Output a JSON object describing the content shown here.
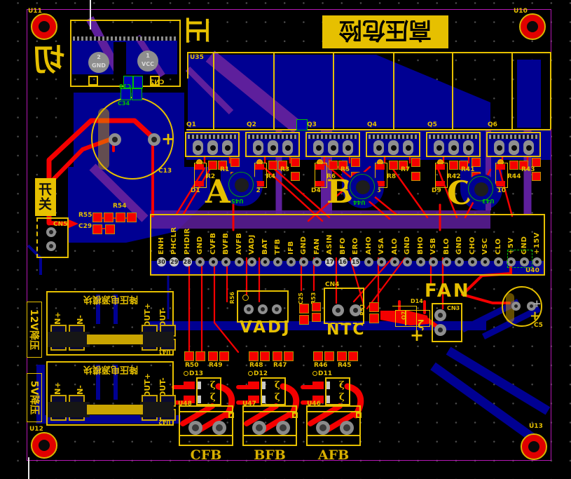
{
  "colors": {
    "board_outline": "#B518B5",
    "silkscreen": "#E6C000",
    "top_copper_red": "#F40000",
    "bottom_copper_blue": "#0000D6",
    "pour_navy": "#000092",
    "inner_purple": "#5E1F9C",
    "pad_gray": "#8E8E8E",
    "label_green": "#00C000",
    "banner_bg": "#E6C000"
  },
  "icons": {
    "squiggle": "ζ",
    "plus": "+"
  },
  "top": {
    "banner_text": "高压危险",
    "zheng_mark": "正",
    "mirror_char": "切",
    "u35_ref": "U35"
  },
  "mount_holes": [
    {
      "ref": "U11"
    },
    {
      "ref": "U10"
    },
    {
      "ref": "U12"
    },
    {
      "ref": "U13"
    }
  ],
  "cn2": {
    "ref": "CN2",
    "cap_ref": "C18",
    "pad2_num": "2",
    "pad2_name": "GND",
    "pad1_num": "1",
    "pad1_name": "VCC"
  },
  "left": {
    "switch_label": "开关",
    "cn5_ref": "CN5",
    "r55": "R55",
    "r54": "R54",
    "c29": "C29",
    "c13_ref": "C13",
    "c34_ref": "C34"
  },
  "transistors": [
    {
      "q": "Q1",
      "d": "D1",
      "r1": "R1",
      "r2": "R2"
    },
    {
      "q": "Q2",
      "d": "D2",
      "r1": "R3",
      "r2": "R4"
    },
    {
      "q": "Q3",
      "d": "D4",
      "r1": "R5",
      "r2": "R6"
    },
    {
      "q": "Q4",
      "d": "D5",
      "r1": "R7",
      "r2": "R8"
    },
    {
      "q": "Q5",
      "d": "D9",
      "r1": "R41",
      "r2": "R42"
    },
    {
      "q": "Q6",
      "d": "D10",
      "r1": "R43",
      "r2": "R44"
    }
  ],
  "phases": [
    {
      "letter": "A",
      "via_ref": "U45"
    },
    {
      "letter": "B",
      "via_ref": "U44"
    },
    {
      "letter": "C",
      "via_ref": "U43"
    }
  ],
  "header": {
    "ref": "U40",
    "pins": [
      {
        "label": "ENH",
        "num": "30"
      },
      {
        "label": "PHCLR",
        "num": "29"
      },
      {
        "label": "PHDIR",
        "num": "28"
      },
      {
        "label": "GND",
        "num": ""
      },
      {
        "label": "CVFB",
        "num": ""
      },
      {
        "label": "BVFB",
        "num": ""
      },
      {
        "label": "AVFB",
        "num": ""
      },
      {
        "label": "VADJ",
        "num": ""
      },
      {
        "label": "BAT",
        "num": ""
      },
      {
        "label": "TFB",
        "num": ""
      },
      {
        "label": "IFB",
        "num": ""
      },
      {
        "label": "GND",
        "num": ""
      },
      {
        "label": "FAN",
        "num": ""
      },
      {
        "label": "ASIN",
        "num": "17"
      },
      {
        "label": "BFO",
        "num": "16"
      },
      {
        "label": "ERO",
        "num": "15"
      },
      {
        "label": "AHO",
        "num": ""
      },
      {
        "label": "VSA",
        "num": ""
      },
      {
        "label": "ALO",
        "num": ""
      },
      {
        "label": "GND",
        "num": ""
      },
      {
        "label": "BHO",
        "num": ""
      },
      {
        "label": "VSB",
        "num": ""
      },
      {
        "label": "BLO",
        "num": ""
      },
      {
        "label": "GND",
        "num": ""
      },
      {
        "label": "CHO",
        "num": ""
      },
      {
        "label": "VSC",
        "num": ""
      },
      {
        "label": "CLO",
        "num": ""
      },
      {
        "label": "+5V",
        "num": ""
      },
      {
        "label": "GND",
        "num": ""
      },
      {
        "label": "+15V",
        "num": ""
      }
    ]
  },
  "mid": {
    "pot_ref": "R56",
    "pot_text": "VADJ",
    "c25": "C25",
    "r53": "R53",
    "cn4_ref": "CN4",
    "ntc_text": "NTC",
    "r51": "R51",
    "q7": "Q7",
    "d14": "D14",
    "fan_text": "FAN",
    "cn3_ref": "CN3",
    "c5_ref": "C5"
  },
  "modules": [
    {
      "side": "12V降压",
      "title": "降压电源模块",
      "in_p": "IN+",
      "in_n": "IN-",
      "out_p": "OUT+",
      "out_n": "OUT-",
      "ref": "U41"
    },
    {
      "side": "5V降压",
      "title": "降压电源模块",
      "in_p": "IN+",
      "in_n": "IN-",
      "out_p": "OUT+",
      "out_n": "OUT-",
      "ref": "U42"
    }
  ],
  "optos": [
    {
      "d": "D13",
      "ra": "R50",
      "rb": "R49",
      "ref": "U48"
    },
    {
      "d": "D12",
      "ra": "R48",
      "rb": "R47",
      "ref": "U47"
    },
    {
      "d": "D11",
      "ra": "R46",
      "rb": "R45",
      "ref": "U46"
    }
  ],
  "fb": [
    {
      "label": "CFB"
    },
    {
      "label": "BFB"
    },
    {
      "label": "AFB"
    }
  ]
}
